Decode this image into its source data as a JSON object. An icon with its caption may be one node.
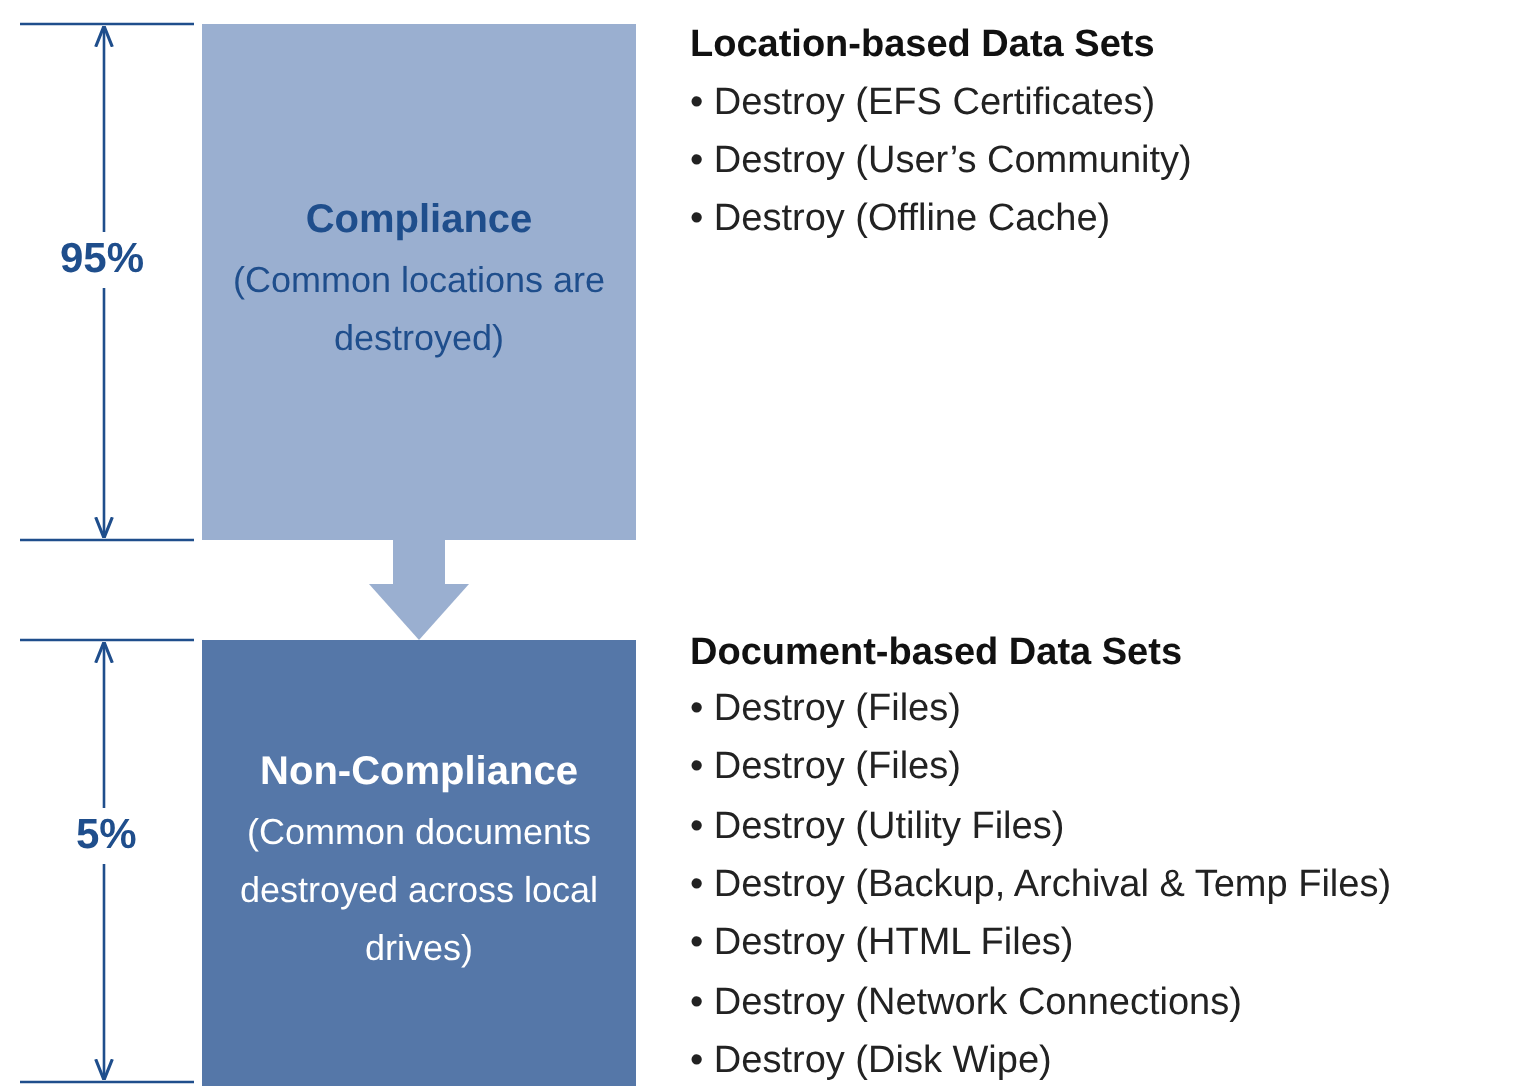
{
  "diagram": {
    "nodes": [
      {
        "text": [
          "Compliance",
          "(Common locations are destroyed)"
        ]
      },
      {
        "text": [
          "Non-Compliance",
          "(Common documents destroyed across local drives)"
        ]
      }
    ],
    "edges": [
      {
        "from": 0,
        "to": 1,
        "arrow": "to"
      }
    ],
    "labels": [
      "95%",
      "Location-based Data Sets",
      "• Destroy (EFS Certificates)",
      "• Destroy (User’s Community)",
      "• Destroy (Offline Cache)",
      "5%",
      "Document-based Data Sets",
      "• Destroy (Files)",
      "• Destroy (Files)",
      "• Destroy (Utility Files)",
      "• Destroy (Backup, Archival & Temp Files)",
      "• Destroy (HTML Files)",
      "• Destroy (Network Connections)",
      "• Destroy (Disk Wipe)"
    ]
  }
}
